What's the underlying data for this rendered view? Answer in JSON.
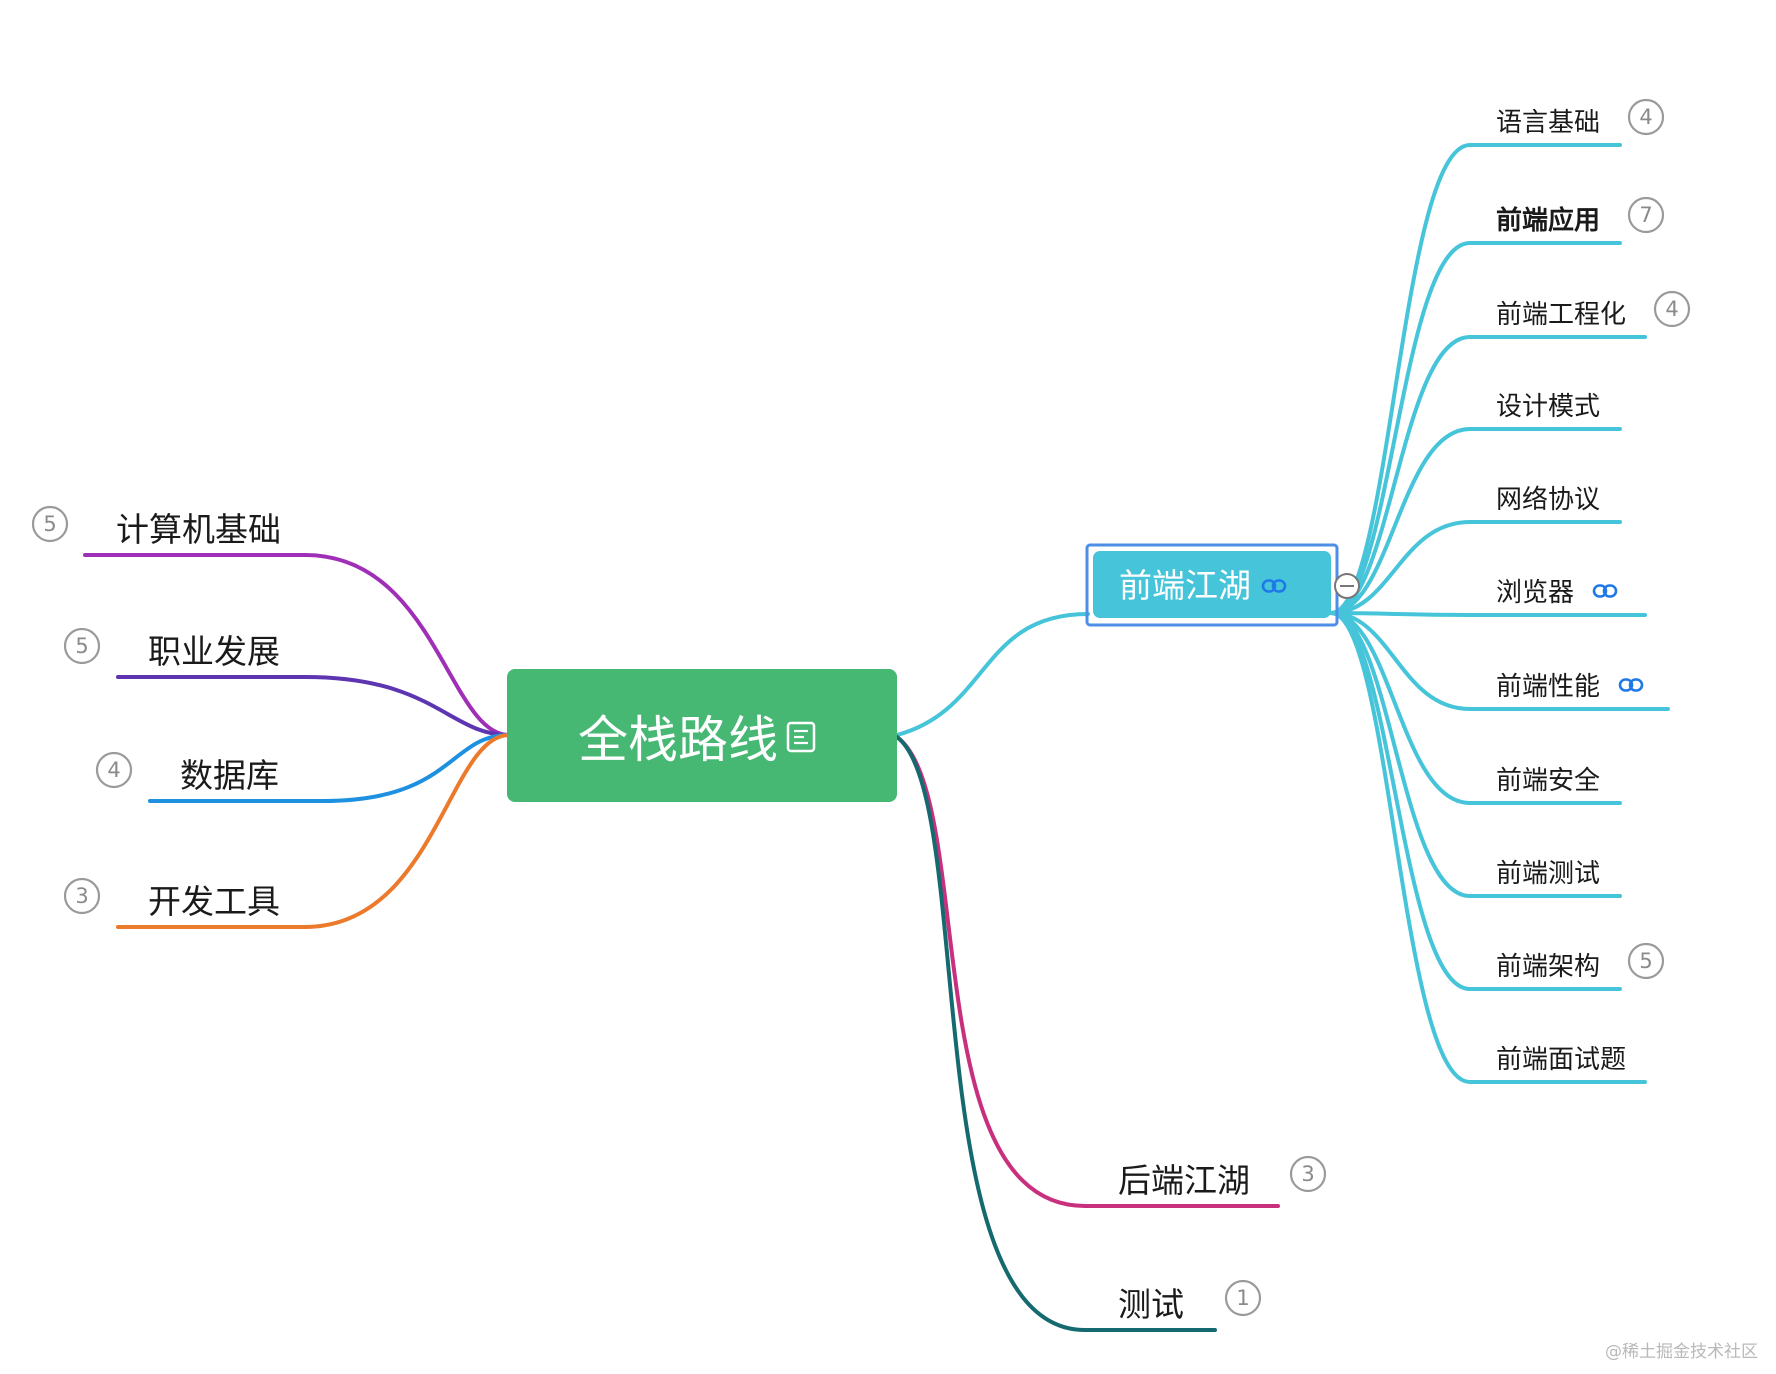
{
  "root": {
    "label": "全栈路线",
    "color": "#47b874",
    "note_icon": "note-icon"
  },
  "left_branches": [
    {
      "id": "cs-basics",
      "label": "计算机基础",
      "badge": "5",
      "color": "#a02fb8"
    },
    {
      "id": "career",
      "label": "职业发展",
      "badge": "5",
      "color": "#5e35b1"
    },
    {
      "id": "database",
      "label": "数据库",
      "badge": "4",
      "color": "#1e90e0"
    },
    {
      "id": "dev-tools",
      "label": "开发工具",
      "badge": "3",
      "color": "#ec7a2d"
    }
  ],
  "frontend": {
    "label": "前端江湖",
    "color": "#46c4d9",
    "selection_color": "#4d8ee6",
    "link_icon": "link-icon",
    "collapse_icon": "collapse-minus-icon",
    "children": [
      {
        "id": "lang-basics",
        "label": "语言基础",
        "badge": "4"
      },
      {
        "id": "fe-apps",
        "label": "前端应用",
        "badge": "7",
        "bold": true
      },
      {
        "id": "fe-eng",
        "label": "前端工程化",
        "badge": "4"
      },
      {
        "id": "design-patterns",
        "label": "设计模式"
      },
      {
        "id": "network",
        "label": "网络协议"
      },
      {
        "id": "browser",
        "label": "浏览器",
        "link": true
      },
      {
        "id": "fe-perf",
        "label": "前端性能",
        "link": true
      },
      {
        "id": "fe-security",
        "label": "前端安全"
      },
      {
        "id": "fe-testing",
        "label": "前端测试"
      },
      {
        "id": "fe-arch",
        "label": "前端架构",
        "badge": "5"
      },
      {
        "id": "fe-interview",
        "label": "前端面试题"
      }
    ]
  },
  "bottom_branches": [
    {
      "id": "backend",
      "label": "后端江湖",
      "badge": "3",
      "color": "#c8307e"
    },
    {
      "id": "testing",
      "label": "测试",
      "badge": "1",
      "color": "#146a6e"
    }
  ],
  "watermark": "@稀土掘金技术社区"
}
